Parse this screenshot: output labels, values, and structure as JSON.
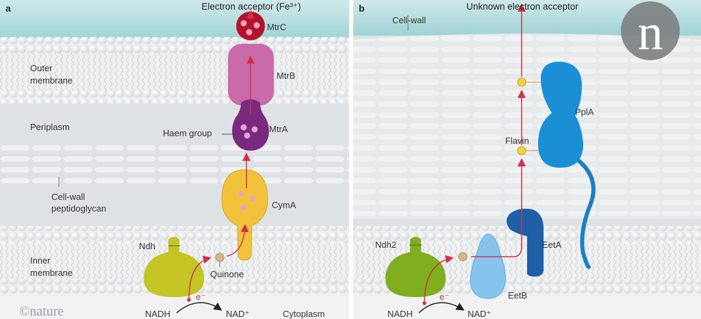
{
  "panel_a": {
    "letter": "a",
    "top_label": "Electron acceptor (Fe³⁺)",
    "regions": {
      "outer_membrane": [
        "Outer",
        "membrane"
      ],
      "periplasm": "Periplasm",
      "cell_wall": [
        "Cell-wall",
        "peptidoglycan"
      ],
      "inner_membrane": [
        "Inner",
        "membrane"
      ],
      "cytoplasm": "Cytoplasm"
    },
    "proteins": {
      "mtrc": "MtrC",
      "mtrb": "MtrB",
      "mtra": "MtrA",
      "cyma": "CymA",
      "ndh": "Ndh"
    },
    "haem": "Haem group",
    "quinone": "Quinone",
    "electron": "e⁻",
    "nadh": "NADH",
    "nad": "NAD⁺",
    "credit": "©nature"
  },
  "panel_b": {
    "letter": "b",
    "top_label": "Unknown electron acceptor",
    "cell_wall": "Cell-wall",
    "proteins": {
      "ppla": "PplA",
      "eeta": "EetA",
      "eetb": "EetB",
      "ndh2": "Ndh2"
    },
    "flavin": "Flavin",
    "electron": "e⁻",
    "nadh": "NADH",
    "nad": "NAD⁺",
    "logo": "n"
  },
  "colors": {
    "arrow": "#d0304a",
    "mtrc": "#b3132a",
    "mtrb": "#c96aa9",
    "mtra": "#7a2a7e",
    "cyma": "#f2c23a",
    "ndh": "#c4c425",
    "ndh2": "#7fae1e",
    "ppla": "#1b8fd6",
    "eeta": "#1e5fa6",
    "eetb": "#86c4ee",
    "flavin": "#f4d03f",
    "quinone": "#d8b489"
  }
}
